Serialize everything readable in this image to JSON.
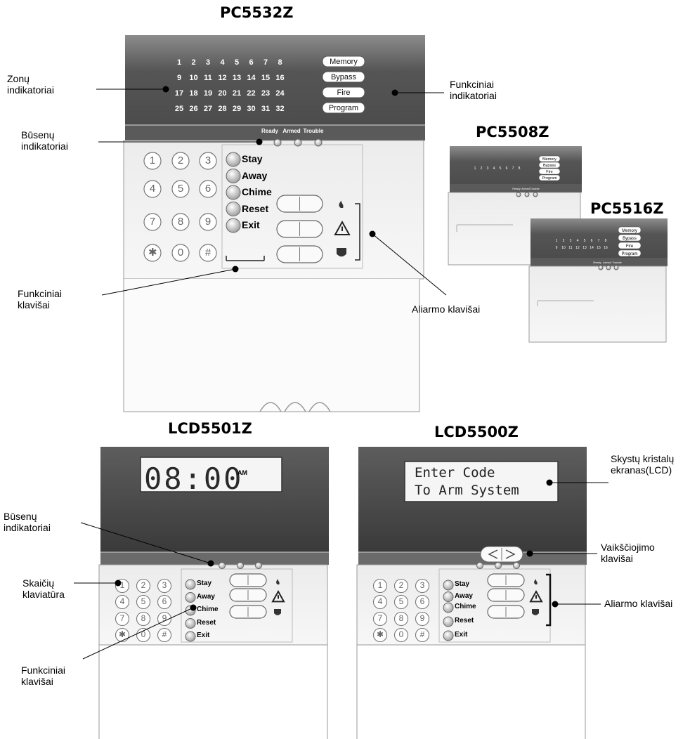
{
  "keypads": {
    "pc5532z": {
      "title": "PC5532Z",
      "zone_rows": [
        [
          "1",
          "2",
          "3",
          "4",
          "5",
          "6",
          "7",
          "8"
        ],
        [
          "9",
          "10",
          "11",
          "12",
          "13",
          "14",
          "15",
          "16"
        ],
        [
          "17",
          "18",
          "19",
          "20",
          "21",
          "22",
          "23",
          "24"
        ],
        [
          "25",
          "26",
          "27",
          "28",
          "29",
          "30",
          "31",
          "32"
        ]
      ],
      "function_indicators": [
        "Memory",
        "Bypass",
        "Fire",
        "Program"
      ],
      "status_indicators": [
        "Ready",
        "Armed",
        "Trouble"
      ],
      "keys": [
        "1",
        "2",
        "3",
        "4",
        "5",
        "6",
        "7",
        "8",
        "9",
        "✱",
        "0",
        "#"
      ],
      "function_keys": [
        "Stay",
        "Away",
        "Chime",
        "Reset",
        "Exit"
      ]
    },
    "pc5508z": {
      "title": "PC5508Z",
      "zone_rows": [
        [
          "1",
          "2",
          "3",
          "4",
          "5",
          "6",
          "7",
          "8"
        ]
      ],
      "function_indicators": [
        "Memory",
        "Bypass",
        "Fire",
        "Program"
      ],
      "status_indicators": [
        "Ready",
        "Armed",
        "Trouble"
      ]
    },
    "pc5516z": {
      "title": "PC5516Z",
      "zone_rows": [
        [
          "1",
          "2",
          "3",
          "4",
          "5",
          "6",
          "7",
          "8"
        ],
        [
          "9",
          "10",
          "11",
          "12",
          "13",
          "14",
          "15",
          "16"
        ]
      ],
      "function_indicators": [
        "Memory",
        "Bypass",
        "Fire",
        "Program"
      ],
      "status_indicators": [
        "Ready",
        "Armed",
        "Trouble"
      ]
    },
    "lcd5501z": {
      "title": "LCD5501Z",
      "display": "08:00",
      "display_suffix": "AM",
      "keys": [
        "1",
        "2",
        "3",
        "4",
        "5",
        "6",
        "7",
        "8",
        "9",
        "✱",
        "0",
        "#"
      ],
      "function_keys": [
        "Stay",
        "Away",
        "Chime",
        "Reset",
        "Exit"
      ]
    },
    "lcd5500z": {
      "title": "LCD5500Z",
      "display_lines": [
        "Enter Code",
        "To Arm System"
      ],
      "keys": [
        "1",
        "2",
        "3",
        "4",
        "5",
        "6",
        "7",
        "8",
        "9",
        "✱",
        "0",
        "#"
      ],
      "function_keys": [
        "Stay",
        "Away",
        "Chime",
        "Reset",
        "Exit"
      ]
    }
  },
  "callouts": {
    "zone_indicators": "Zonų\nindikatoriai",
    "function_indicators": "Funkciniai\nindikatoriai",
    "status_indicators_top": "Būsenų\nindikatoriai",
    "function_keys_top": "Funkciniai\nklavišai",
    "alarm_keys_top": "Aliarmo klavišai",
    "lcd_screen": "Skystų kristalų\nekranas(LCD)",
    "status_indicators_bottom": "Būsenų\nindikatoriai",
    "number_keypad": "Skaičių\nklaviatūra",
    "function_keys_bottom": "Funkciniai\nklavišai",
    "scroll_keys": "Vaikščiojimo\nklavišai",
    "alarm_keys_bottom": "Aliarmo klavišai"
  },
  "colors": {
    "bezel_dark": "#555555",
    "bezel_light": "#8a8a8a",
    "body": "#f1f1f1",
    "outline": "#9a9a9a",
    "led": "#b4b4b4"
  }
}
